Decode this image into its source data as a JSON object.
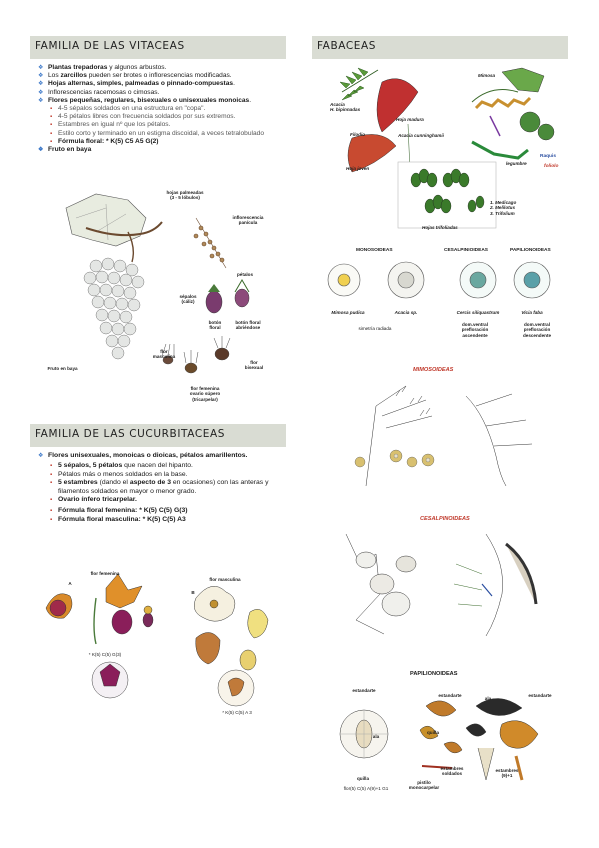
{
  "vitaceas": {
    "title": "FAMILIA DE LAS VITACEAS",
    "bullets": [
      {
        "parts": [
          [
            "b",
            "Plantas trepadoras"
          ],
          [
            "n",
            " y algunos arbustos."
          ]
        ]
      },
      {
        "parts": [
          [
            "n",
            "Los "
          ],
          [
            "b",
            "zarcillos"
          ],
          [
            "n",
            " pueden ser brotes o inflorescencias modificadas."
          ]
        ]
      },
      {
        "parts": [
          [
            "b",
            "Hojas alternas, simples, palmeadas o pinnado-compuestas"
          ],
          [
            "n",
            "."
          ]
        ]
      },
      {
        "parts": [
          [
            "n",
            "Inflorescencias racemosas o cimosas."
          ]
        ]
      },
      {
        "parts": [
          [
            "b",
            "Flores pequeñas, regulares, bisexuales o unisexuales monoicas"
          ],
          [
            "n",
            "."
          ]
        ]
      }
    ],
    "sub_bullets": [
      "4-5 sépalos soldados en una estructura en \"copa\".",
      "4-5 pétalos libres con frecuencia soldados por sus extremos.",
      "Estambres en igual nº que los pétalos.",
      "Estilo corto y terminado en un estigma discoidal, a veces tetralobulado"
    ],
    "formula": "Fórmula floral: * K(5) C5 A5 G(2)",
    "fruit": "Fruto en baya",
    "labels": {
      "leaves": "hojas palmeadas\n(3 - 5 lóbulos)",
      "inflorescence": "inflorescencia\npanícula",
      "petals": "pétalos",
      "sepals": "sépalos\n(cáliz)",
      "floral_button": "botón\nfloral",
      "button_open": "botón floral\nabriéndose",
      "male_flower": "flor\nmasculina",
      "bisexual_flower": "flor\nbisexual",
      "female_flower": "flor femenina\novario súpero\n(tricarpelar)",
      "berry_fruit": "Fruto en baya"
    }
  },
  "cucurbitaceas": {
    "title": "FAMILIA DE LAS CUCURBITACEAS",
    "bullet_main": "Flores unisexuales, monoicas o dioicas, pétalos amarillentos.",
    "sub_bullets": [
      [
        [
          "b",
          "5 sépalos, 5 pétalos"
        ],
        [
          "n",
          " que nacen del hipanto."
        ]
      ],
      [
        [
          "n",
          "Pétalos más o menos soldados en la base."
        ]
      ],
      [
        [
          "b",
          "5 estambres"
        ],
        [
          "n",
          " (dando el "
        ],
        [
          "b",
          "aspecto de 3"
        ],
        [
          "n",
          " en ocasiones) con las anteras y filamentos soldados en mayor o menor grado."
        ]
      ],
      [
        [
          "b",
          "Ovario ínfero tricarpelar."
        ]
      ],
      [
        [
          "b",
          "Fórmula floral femenina: * K(5) C(5) G(3)"
        ]
      ],
      [
        [
          "b",
          "Fórmula floral masculina: * K(5) C(5) A3"
        ]
      ]
    ],
    "labels": {
      "female": "flor femenina",
      "male": "flor masculina",
      "a": "A",
      "b": "B",
      "formula_female": "* K(5) C(5) G(3)",
      "formula_male": "* K(5) C(5) A 3"
    }
  },
  "fabaceas": {
    "title": "FABACEAS",
    "labels": {
      "mimosa": "Mimosa",
      "acacia": "Acacia\nH. bipinnadas",
      "hoja_madura": "Hoja madura",
      "filodio": "Filodio",
      "acacia_cunn": "Acacia cunninghamii",
      "hoja_joven": "Hoja joven",
      "legumbre": "legumbre",
      "raquis": "Raquis",
      "foliolo": "foliolo",
      "hoja_trifoliada": "Hojas trifoliadas",
      "genera": [
        "1. Medicago",
        "2. Melilotus",
        "3. Trifolium"
      ],
      "monosoideas": "MONOSOIDEAS",
      "cesalpinioideas": "CESALPINIOIDEAS",
      "papilionoideas": "PAPILIONOIDEAS",
      "mimosa_pudica": "Mimosa pudica",
      "acacia_sp": "Acacia sp.",
      "cercis": "Cercis siliquastrum",
      "vicia": "Vicia faba",
      "simetria": "simetría radiada",
      "dom_asc": "dom.ventral\nprefloración\nascendente",
      "dom_desc": "dom.ventral\nprefloración\ndescendente",
      "mimosoideas_h": "MIMOSOIDEAS",
      "cesalpinoideas_h": "CESALPINOIDEAS",
      "papilionoideas_h": "PAPILIONOIDEAS",
      "estandarte": "estandarte",
      "ala": "ala",
      "quilla": "quilla",
      "estambres": "estambres\n(9)+1",
      "formula_pap": "flor(5) C(5) A(9)+1 G1",
      "pistilo": "pistilo\nmonocarpelar",
      "vainilla": "estambres\nsoldados"
    }
  },
  "colors": {
    "header_bg": "#d9dcd3",
    "bullet_blue": "#3c78c8",
    "bullet_red": "#c0392b",
    "subheading_red": "#c0392b"
  }
}
